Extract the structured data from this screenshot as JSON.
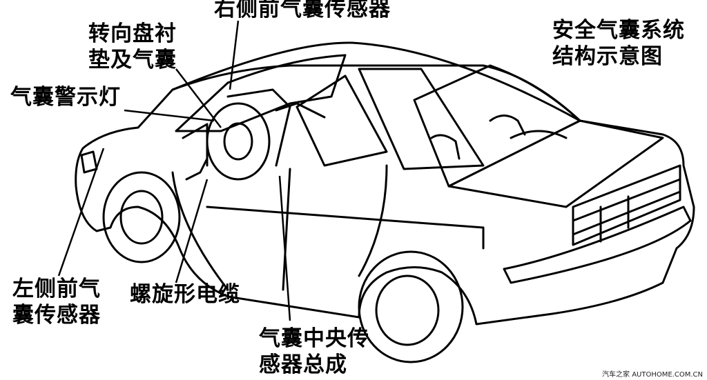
{
  "title": [
    "安全气囊系统",
    "结构示意图"
  ],
  "labels": {
    "right_front_sensor": [
      "右侧前气囊传感器"
    ],
    "steering_pad": [
      "转向盘衬",
      "垫及气囊"
    ],
    "warning_lamp": [
      "气囊警示灯"
    ],
    "left_front_sensor": [
      "左侧前气",
      "囊传感器"
    ],
    "spiral_cable": [
      "螺旋形电缆"
    ],
    "center_sensor": [
      "气囊中央传",
      "感器总成"
    ]
  },
  "watermark": "汽车之家 AUTOHOME.COM.CN",
  "colors": {
    "ink": "#000000",
    "background": "#ffffff"
  }
}
